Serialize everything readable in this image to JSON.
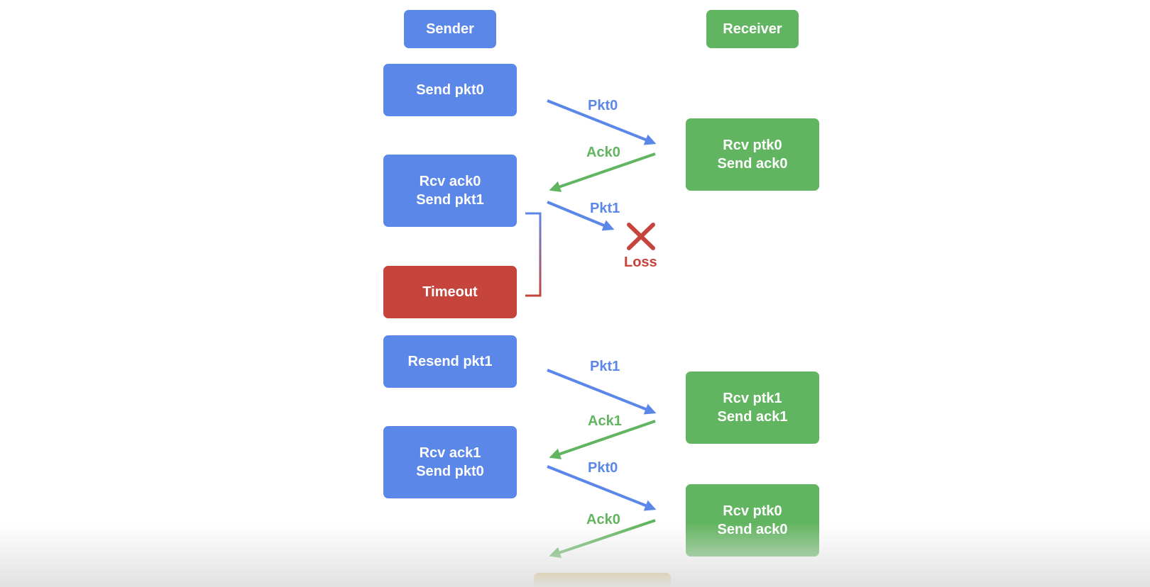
{
  "colors": {
    "sender": "#5b87e9",
    "receiver": "#62b560",
    "timeout": "#c5443c",
    "partial": "#c9a12a"
  },
  "headers": {
    "sender": "Sender",
    "receiver": "Receiver"
  },
  "sender_boxes": {
    "send_pkt0": "Send pkt0",
    "rcv_ack0_send_pkt1": "Rcv ack0\nSend pkt1",
    "timeout": "Timeout",
    "resend_pkt1": "Resend pkt1",
    "rcv_ack1_send_pkt0": "Rcv ack1\nSend pkt0"
  },
  "receiver_boxes": {
    "rcv_ptk0_first": "Rcv ptk0\nSend ack0",
    "rcv_ptk1": "Rcv ptk1\nSend ack1",
    "rcv_ptk0_second": "Rcv ptk0\nSend ack0"
  },
  "arrow_labels": {
    "pkt0_first": "Pkt0",
    "ack0_first": "Ack0",
    "pkt1_lost": "Pkt1",
    "loss": "Loss",
    "pkt1_resent": "Pkt1",
    "ack1": "Ack1",
    "pkt0_second": "Pkt0",
    "ack0_second": "Ack0"
  },
  "icons": {
    "loss": "cross-mark-icon"
  }
}
